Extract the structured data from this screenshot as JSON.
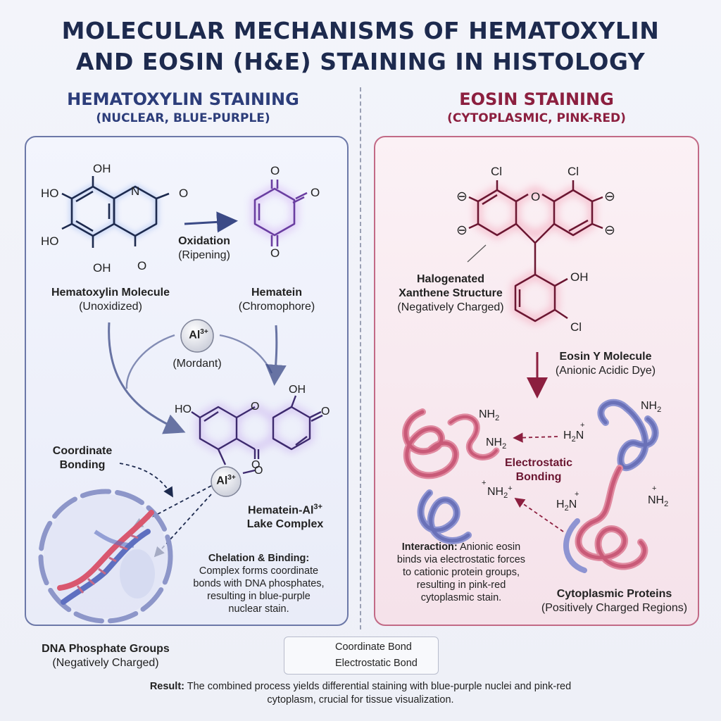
{
  "title": {
    "line1": "MOLECULAR MECHANISMS OF HEMATOXYLIN",
    "line2": "AND EOSIN (H&E) STAINING IN HISTOLOGY"
  },
  "colors": {
    "hematoxylin": "#2c3d7a",
    "eosin": "#8c1f3f",
    "purple": "#8a5cc4",
    "pink": "#d9576f",
    "blue_strand": "#7d86c7"
  },
  "hematoxylin": {
    "heading": "HEMATOXYLIN STAINING",
    "subheading": "(NUCLEAR, BLUE-PURPLE)",
    "molecule": {
      "name": "Hematoxylin Molecule",
      "state": "(Unoxidized)",
      "atoms": [
        "OH",
        "HO",
        "HO",
        "OH",
        "N",
        "O",
        "O"
      ]
    },
    "oxidation": {
      "title": "Oxidation",
      "note": "(Ripening)"
    },
    "hematein": {
      "name": "Hematein",
      "note": "(Chromophore)",
      "atoms": [
        "O",
        "O",
        "O"
      ]
    },
    "mordant": {
      "ion": "Al",
      "charge": "3+",
      "note": "(Mordant)"
    },
    "complex": {
      "atoms": [
        "OH",
        "HO",
        "O",
        "O",
        "O",
        "O"
      ],
      "ion": "Al",
      "charge": "3+",
      "name_prefix": "Hematein-Al",
      "name_charge": "3+",
      "name_suffix": "Lake Complex"
    },
    "coordinate": {
      "line1": "Coordinate",
      "line2": "Bonding"
    },
    "chelation": {
      "heading": "Chelation & Binding:",
      "lines": [
        "Complex forms coordinate",
        "bonds with DNA phosphates,",
        "resulting in blue-purple",
        "nuclear stain."
      ]
    },
    "dna": {
      "name": "DNA Phosphate Groups",
      "note": "(Negatively Charged)"
    }
  },
  "eosin": {
    "heading": "EOSIN STAINING",
    "subheading": "(CYTOPLASMIC, PINK-RED)",
    "structure": {
      "atoms": [
        "Cl",
        "Cl",
        "O",
        "OH",
        "Cl"
      ],
      "charges": [
        "⊖",
        "⊖",
        "⊖",
        "⊖"
      ],
      "label1": "Halogenated",
      "label2": "Xanthene Structure",
      "note": "(Negatively Charged)"
    },
    "molecule": {
      "name": "Eosin Y Molecule",
      "note": "(Anionic Acidic Dye)"
    },
    "groups": {
      "nh2_a": "NH2",
      "nh2_b": "NH2",
      "nh2_c": "NH2",
      "h2n_plus": "H2N",
      "nh2_plus": "NH2",
      "h2n_b": "H2N",
      "nh2_d": "NH2"
    },
    "electrostatic": {
      "line1": "Electrostatic",
      "line2": "Bonding"
    },
    "interaction": {
      "heading": "Interaction:",
      "lines": [
        " Anionic eosin",
        "binds via electrostatic forces",
        "to cationic protein groups,",
        "resulting in pink-red",
        "cytoplasmic stain."
      ]
    },
    "proteins": {
      "name": "Cytoplasmic Proteins",
      "note": "(Positively Charged Regions)"
    }
  },
  "legend": {
    "coordinate": "Coordinate Bond",
    "electrostatic": "Electrostatic Bond"
  },
  "result": {
    "label": "Result:",
    "text": " The combined process yields differential staining with blue-purple nuclei and pink-red cytoplasm, crucial for tissue visualization."
  }
}
